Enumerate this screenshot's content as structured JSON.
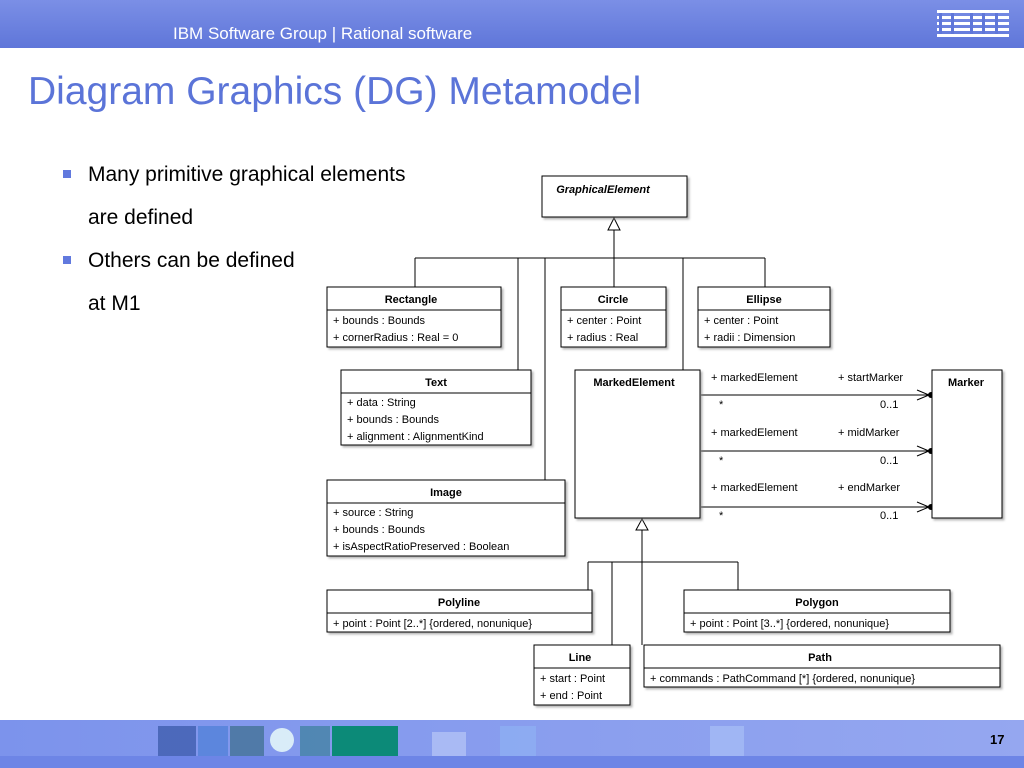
{
  "header": {
    "subtitle": "IBM Software Group | Rational software",
    "logo_text": "IBM"
  },
  "slide": {
    "title": "Diagram Graphics (DG) Metamodel",
    "bullets": [
      {
        "line1": "Many primitive graphical elements",
        "line2": "are defined"
      },
      {
        "line1": "Others can be defined",
        "line2": "at M1"
      }
    ],
    "page_number": "17"
  },
  "diagram": {
    "classes": {
      "graphical_element": {
        "name": "GraphicalElement",
        "abstract": true,
        "attributes": []
      },
      "rectangle": {
        "name": "Rectangle",
        "attributes": [
          "+ bounds : Bounds",
          "+ cornerRadius : Real = 0"
        ]
      },
      "circle": {
        "name": "Circle",
        "attributes": [
          "+ center : Point",
          "+ radius : Real"
        ]
      },
      "ellipse": {
        "name": "Ellipse",
        "attributes": [
          "+ center : Point",
          "+ radii : Dimension"
        ]
      },
      "text": {
        "name": "Text",
        "attributes": [
          "+ data : String",
          "+ bounds : Bounds",
          "+ alignment : AlignmentKind"
        ]
      },
      "image": {
        "name": "Image",
        "attributes": [
          "+ source : String",
          "+ bounds : Bounds",
          "+ isAspectRatioPreserved : Boolean"
        ]
      },
      "marked_element": {
        "name": "MarkedElement",
        "attributes": []
      },
      "marker": {
        "name": "Marker",
        "attributes": []
      },
      "polyline": {
        "name": "Polyline",
        "attributes": [
          "+ point : Point [2..*] {ordered, nonunique}"
        ]
      },
      "polygon": {
        "name": "Polygon",
        "attributes": [
          "+ point : Point [3..*] {ordered, nonunique}"
        ]
      },
      "line": {
        "name": "Line",
        "attributes": [
          "+ start : Point",
          "+ end : Point"
        ]
      },
      "path": {
        "name": "Path",
        "attributes": [
          "+ commands : PathCommand [*] {ordered, nonunique}"
        ]
      }
    },
    "associations": [
      {
        "source_role": "+ markedElement",
        "source_mult": "*",
        "target_role": "+ startMarker",
        "target_mult": "0..1"
      },
      {
        "source_role": "+ markedElement",
        "source_mult": "*",
        "target_role": "+ midMarker",
        "target_mult": "0..1"
      },
      {
        "source_role": "+ markedElement",
        "source_mult": "*",
        "target_role": "+ endMarker",
        "target_mult": "0..1"
      }
    ]
  },
  "colors": {
    "header": "#6f86e3",
    "title": "#5b74d8",
    "bullet": "#6179de"
  }
}
